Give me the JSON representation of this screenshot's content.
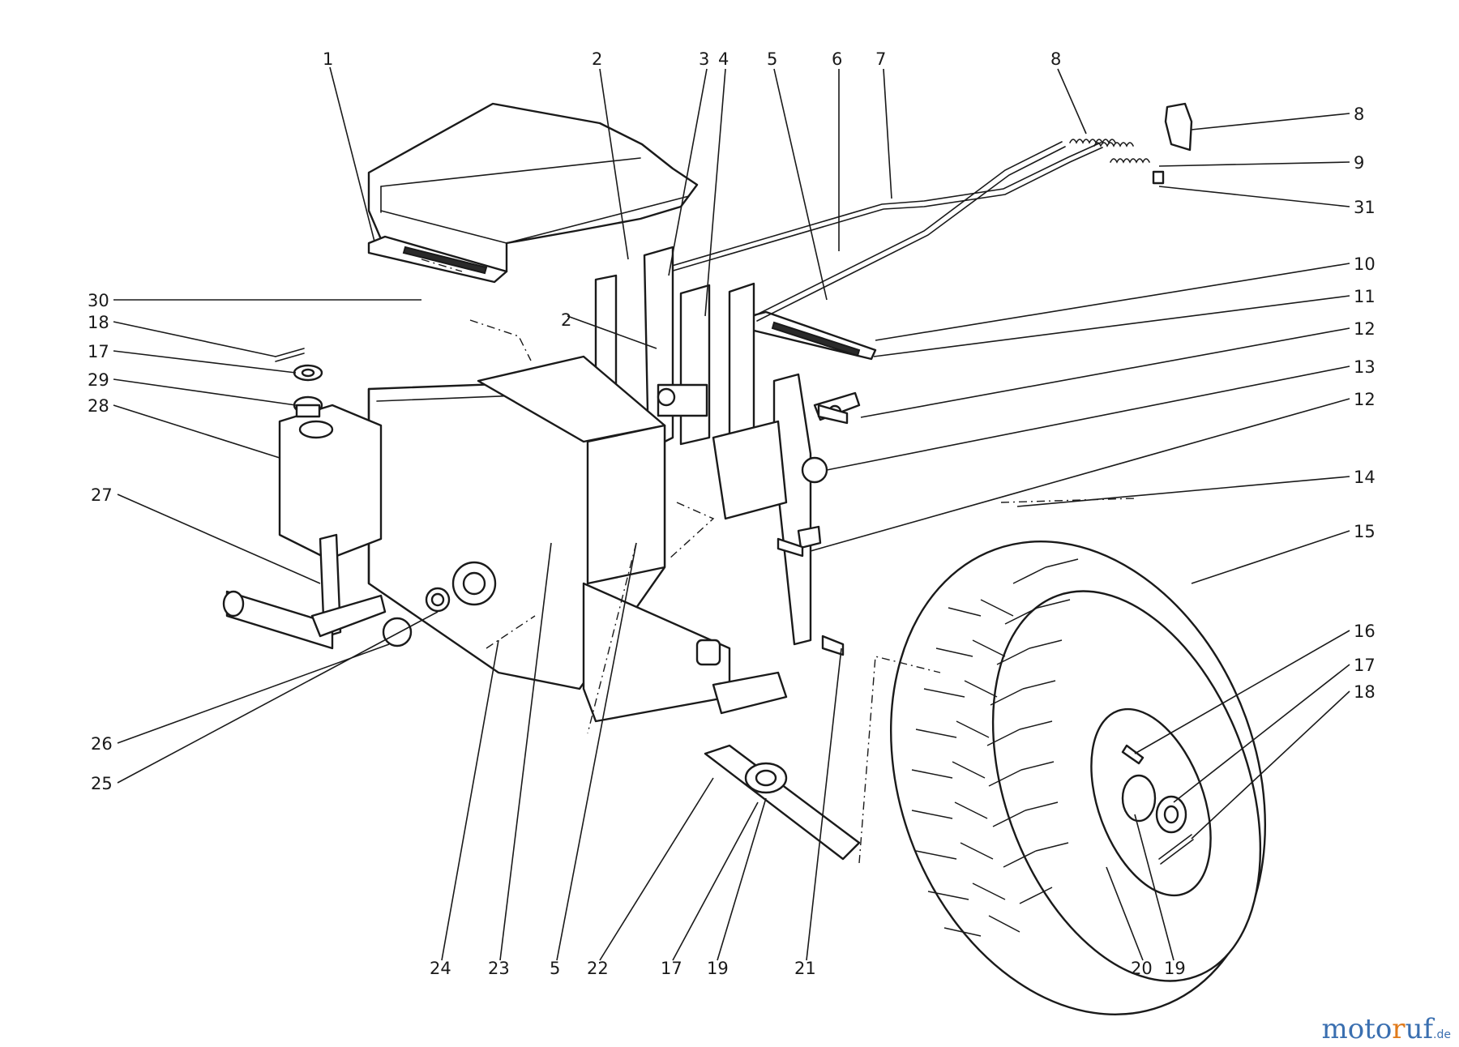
{
  "callouts": [
    {
      "id": "c1",
      "label": "1"
    },
    {
      "id": "c2a",
      "label": "2"
    },
    {
      "id": "c2b",
      "label": "2"
    },
    {
      "id": "c3",
      "label": "3"
    },
    {
      "id": "c4",
      "label": "4"
    },
    {
      "id": "c5a",
      "label": "5"
    },
    {
      "id": "c5b",
      "label": "5"
    },
    {
      "id": "c6",
      "label": "6"
    },
    {
      "id": "c7",
      "label": "7"
    },
    {
      "id": "c8a",
      "label": "8"
    },
    {
      "id": "c8b",
      "label": "8"
    },
    {
      "id": "c9",
      "label": "9"
    },
    {
      "id": "c31",
      "label": "31"
    },
    {
      "id": "c10",
      "label": "10"
    },
    {
      "id": "c11",
      "label": "11"
    },
    {
      "id": "c12a",
      "label": "12"
    },
    {
      "id": "c12b",
      "label": "12"
    },
    {
      "id": "c13",
      "label": "13"
    },
    {
      "id": "c14",
      "label": "14"
    },
    {
      "id": "c15",
      "label": "15"
    },
    {
      "id": "c16",
      "label": "16"
    },
    {
      "id": "c17a",
      "label": "17"
    },
    {
      "id": "c17b",
      "label": "17"
    },
    {
      "id": "c17c",
      "label": "17"
    },
    {
      "id": "c18a",
      "label": "18"
    },
    {
      "id": "c18b",
      "label": "18"
    },
    {
      "id": "c19a",
      "label": "19"
    },
    {
      "id": "c19b",
      "label": "19"
    },
    {
      "id": "c20",
      "label": "20"
    },
    {
      "id": "c21",
      "label": "21"
    },
    {
      "id": "c22",
      "label": "22"
    },
    {
      "id": "c23",
      "label": "23"
    },
    {
      "id": "c24",
      "label": "24"
    },
    {
      "id": "c25",
      "label": "25"
    },
    {
      "id": "c26",
      "label": "26"
    },
    {
      "id": "c27",
      "label": "27"
    },
    {
      "id": "c28",
      "label": "28"
    },
    {
      "id": "c29",
      "label": "29"
    },
    {
      "id": "c30",
      "label": "30"
    }
  ],
  "watermark": {
    "part1": "moto",
    "part2": "r",
    "part3": "uf",
    "part4": ".de"
  }
}
